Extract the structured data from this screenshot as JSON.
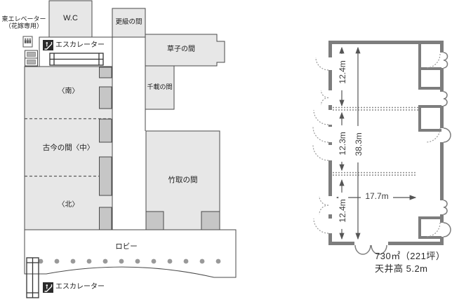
{
  "colors": {
    "room_fill": "#e7e7e7",
    "door_fill": "#c6c6c6",
    "panel_fill": "#b0b0b0",
    "outline": "#4a4a4a",
    "wall_gray": "#7d7d7d",
    "column_dot": "#999999",
    "icon_bg": "#2b2b2b"
  },
  "floor_plan": {
    "east_elevator": {
      "line1": "東エレベーター",
      "line2": "（花嫁専用）"
    },
    "rooms": {
      "wc": "W.C",
      "sarashina": "更級の間",
      "soshi": "草子の間",
      "senzai": "千載の間",
      "kokin_south": "〈南〉",
      "kokin_center": "古今の間〈中〉",
      "kokin_north": "〈北〉",
      "taketori": "竹取の間",
      "lobby": "ロビー"
    },
    "escalator_top_label": "エスカレーター",
    "escalator_bottom_label": "エスカレーター"
  },
  "dimension_diagram": {
    "height_top": "12.4m",
    "height_middle": "12.3m",
    "height_bottom": "12.4m",
    "height_total": "38.3m",
    "width": "17.7m",
    "area": "730㎡（221坪）",
    "ceiling": "天井高 5.2m"
  }
}
